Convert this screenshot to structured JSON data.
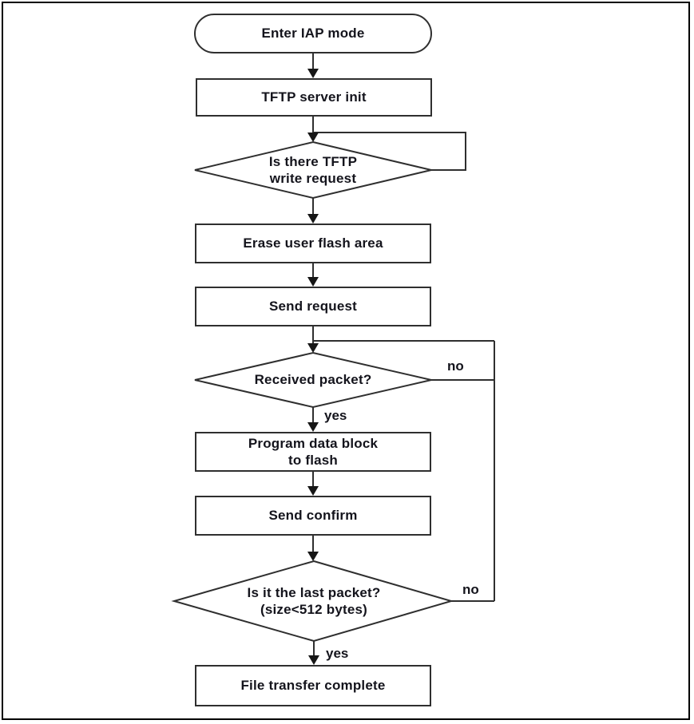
{
  "diagram": {
    "type": "flowchart",
    "nodes": {
      "start": {
        "shape": "terminator",
        "label": "Enter IAP mode"
      },
      "tftp_server_init": {
        "shape": "process",
        "label": "TFTP server init"
      },
      "tftp_write_request": {
        "shape": "decision",
        "label": "Is there TFTP\nwrite request"
      },
      "erase_flash": {
        "shape": "process",
        "label": "Erase user flash area"
      },
      "send_request": {
        "shape": "process",
        "label": "Send request"
      },
      "received_packet": {
        "shape": "decision",
        "label": "Received packet?"
      },
      "program_flash": {
        "shape": "process",
        "label": "Program data block\nto flash"
      },
      "send_confirm": {
        "shape": "process",
        "label": "Send confirm"
      },
      "last_packet": {
        "shape": "decision",
        "label": "Is it the last packet?\n(size<512 bytes)"
      },
      "file_complete": {
        "shape": "process",
        "label": "File transfer complete"
      }
    },
    "edge_labels": {
      "received_packet_no": "no",
      "received_packet_yes": "yes",
      "last_packet_no": "no",
      "last_packet_yes": "yes"
    },
    "colors": {
      "line": "#2f2f2f",
      "text": "#14141c",
      "background": "#ffffff",
      "frame_border": "#000000"
    }
  }
}
